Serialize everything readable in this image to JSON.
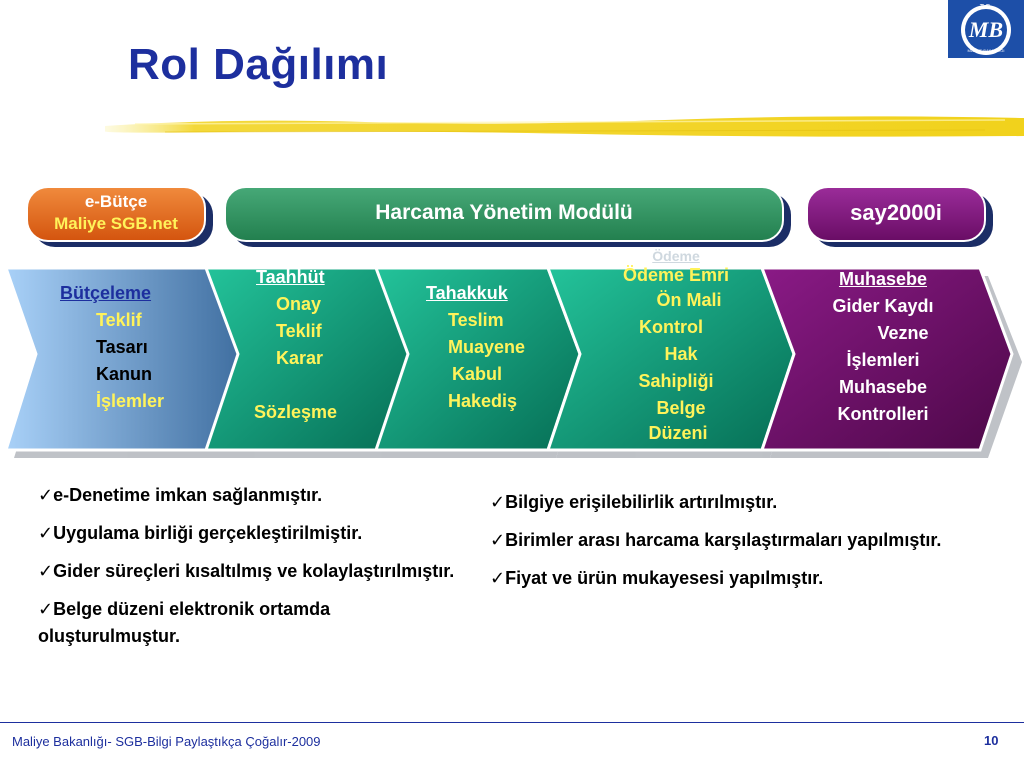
{
  "slide": {
    "title": "Rol Dağılımı"
  },
  "logo": {
    "top_text": "T.C.",
    "main_text": "MB",
    "ring_text": "MALİYE BAKANLIĞI"
  },
  "pills": {
    "ebutce": {
      "line1": "e-Bütçe",
      "line2": "Maliye SGB.net"
    },
    "harcama": {
      "label": "Harcama Yönetim Modülü"
    },
    "say": {
      "label": "say2000i"
    }
  },
  "stages": {
    "butceleme": {
      "header": "Bütçeleme",
      "items": [
        "Teklif",
        "Tasarı",
        "Kanun",
        "İşlemler"
      ]
    },
    "taahhut": {
      "header": "Taahhüt",
      "items": [
        "Onay",
        "Teklif",
        "Karar",
        "",
        "Sözleşme"
      ]
    },
    "tahakkuk": {
      "header": "Tahakkuk",
      "items": [
        "Teslim",
        "Muayene",
        "Kabul",
        "Hakediş"
      ]
    },
    "odeme": {
      "header": "Ödeme",
      "items": [
        "Ödeme Emri",
        "Ön Mali",
        "Kontrol",
        "Hak",
        "Sahipliği",
        "Belge",
        "Düzeni"
      ]
    },
    "muhasebe": {
      "header": "Muhasebe",
      "items": [
        "Gider Kaydı",
        "Vezne",
        "İşlemleri",
        "Muhasebe",
        "Kontrolleri"
      ]
    }
  },
  "bullets_left": [
    "✓e-Denetime imkan sağlanmıştır.",
    "✓Uygulama birliği gerçekleştirilmiştir.",
    "✓Gider süreçleri kısaltılmış ve kolaylaştırılmıştır.",
    "✓Belge düzeni elektronik ortamda oluşturulmuştur."
  ],
  "bullets_right": [
    "✓Bilgiye erişilebilirlik artırılmıştır.",
    "✓Birimler arası harcama karşılaştırmaları yapılmıştır.",
    "✓Fiyat ve ürün mukayesesi yapılmıştır."
  ],
  "footer": {
    "text": "Maliye Bakanlığı- SGB-Bilgi Paylaştıkça Çoğalır-2009",
    "page": "10"
  },
  "colors": {
    "title": "#1d2f9e",
    "ebutce": "#e0601a",
    "harcama": "#2e8f5a",
    "say": "#7a1378",
    "muhasebe": "#6d0f66",
    "green": "#0f9a78"
  }
}
